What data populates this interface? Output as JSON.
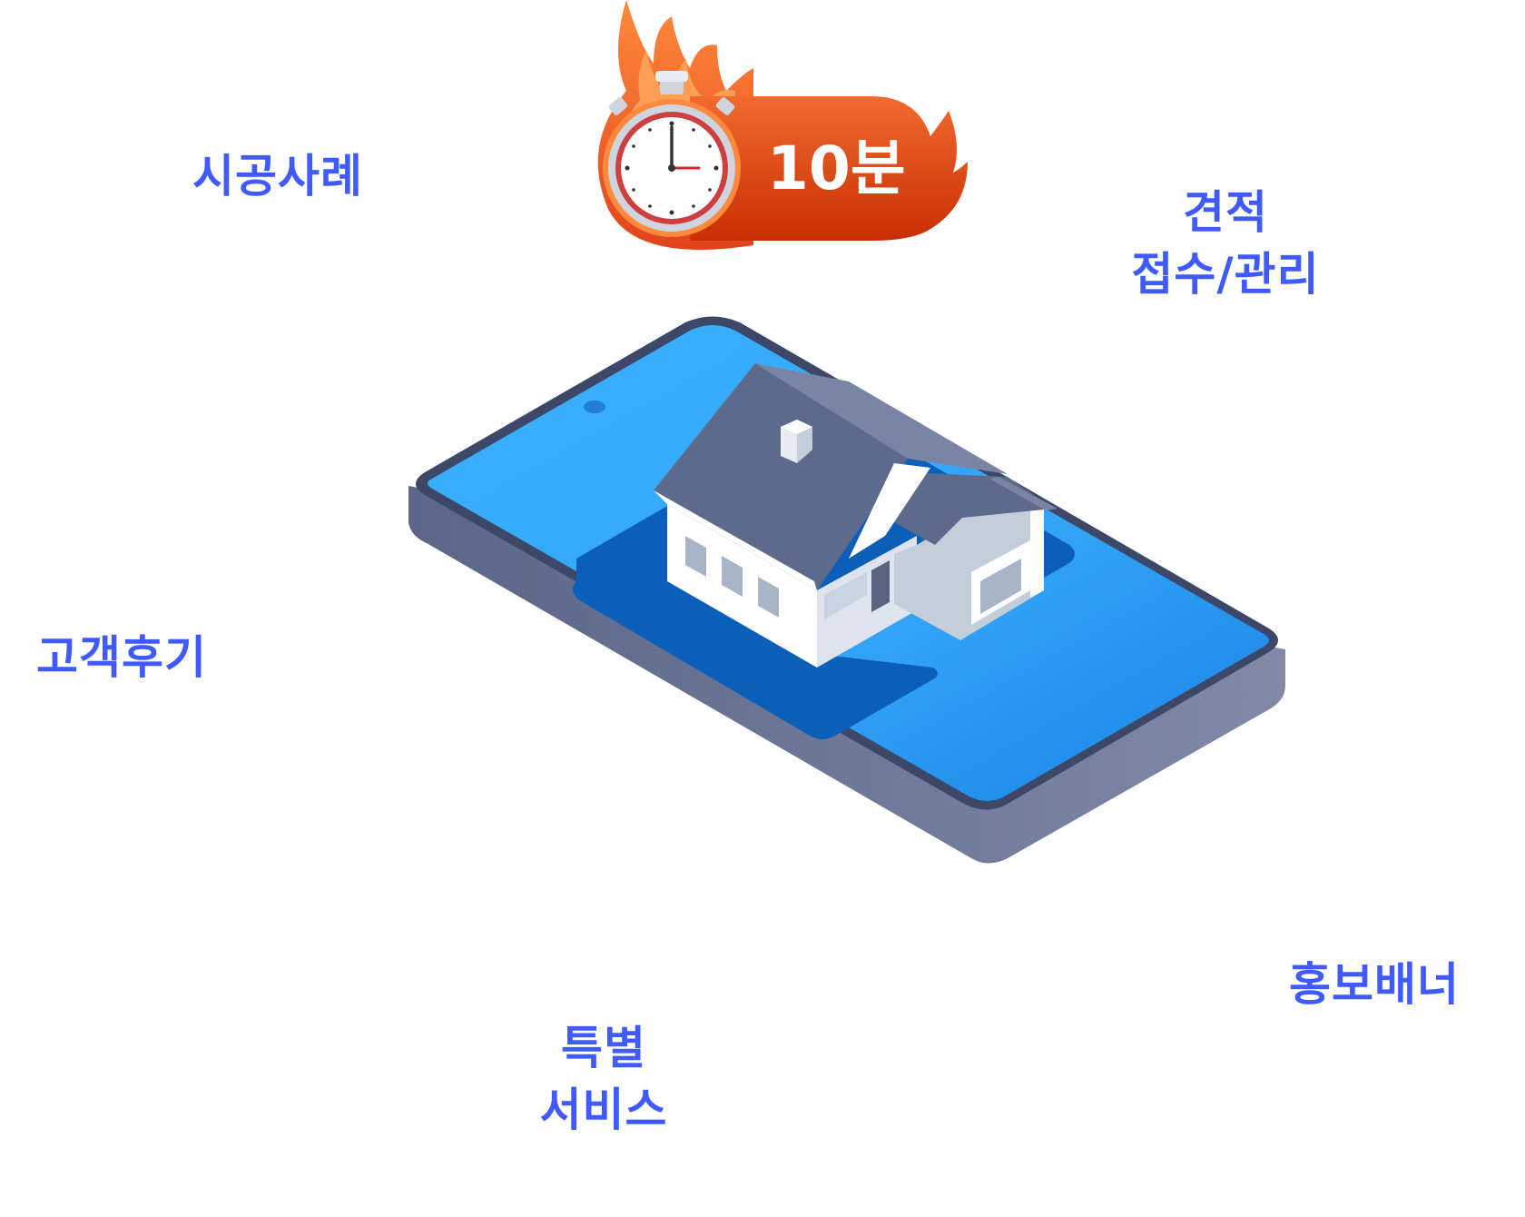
{
  "badge": {
    "icon": "stopwatch-on-fire-icon",
    "text": "10분",
    "color_start": "#f26a2e",
    "color_end": "#c92f05"
  },
  "features": [
    {
      "id": "cases",
      "lines": [
        "시공사례"
      ]
    },
    {
      "id": "quote",
      "lines": [
        "견적",
        "접수/관리"
      ]
    },
    {
      "id": "reviews",
      "lines": [
        "고객후기"
      ]
    },
    {
      "id": "banner",
      "lines": [
        "홍보배너"
      ]
    },
    {
      "id": "special",
      "lines": [
        "특별",
        "서비스"
      ]
    }
  ],
  "illustration": {
    "icon": "smartphone-with-house-icon",
    "screen_color": "#35a8f8",
    "body_color": "#5e6a8c"
  },
  "colors": {
    "label": "#3f5bff"
  }
}
